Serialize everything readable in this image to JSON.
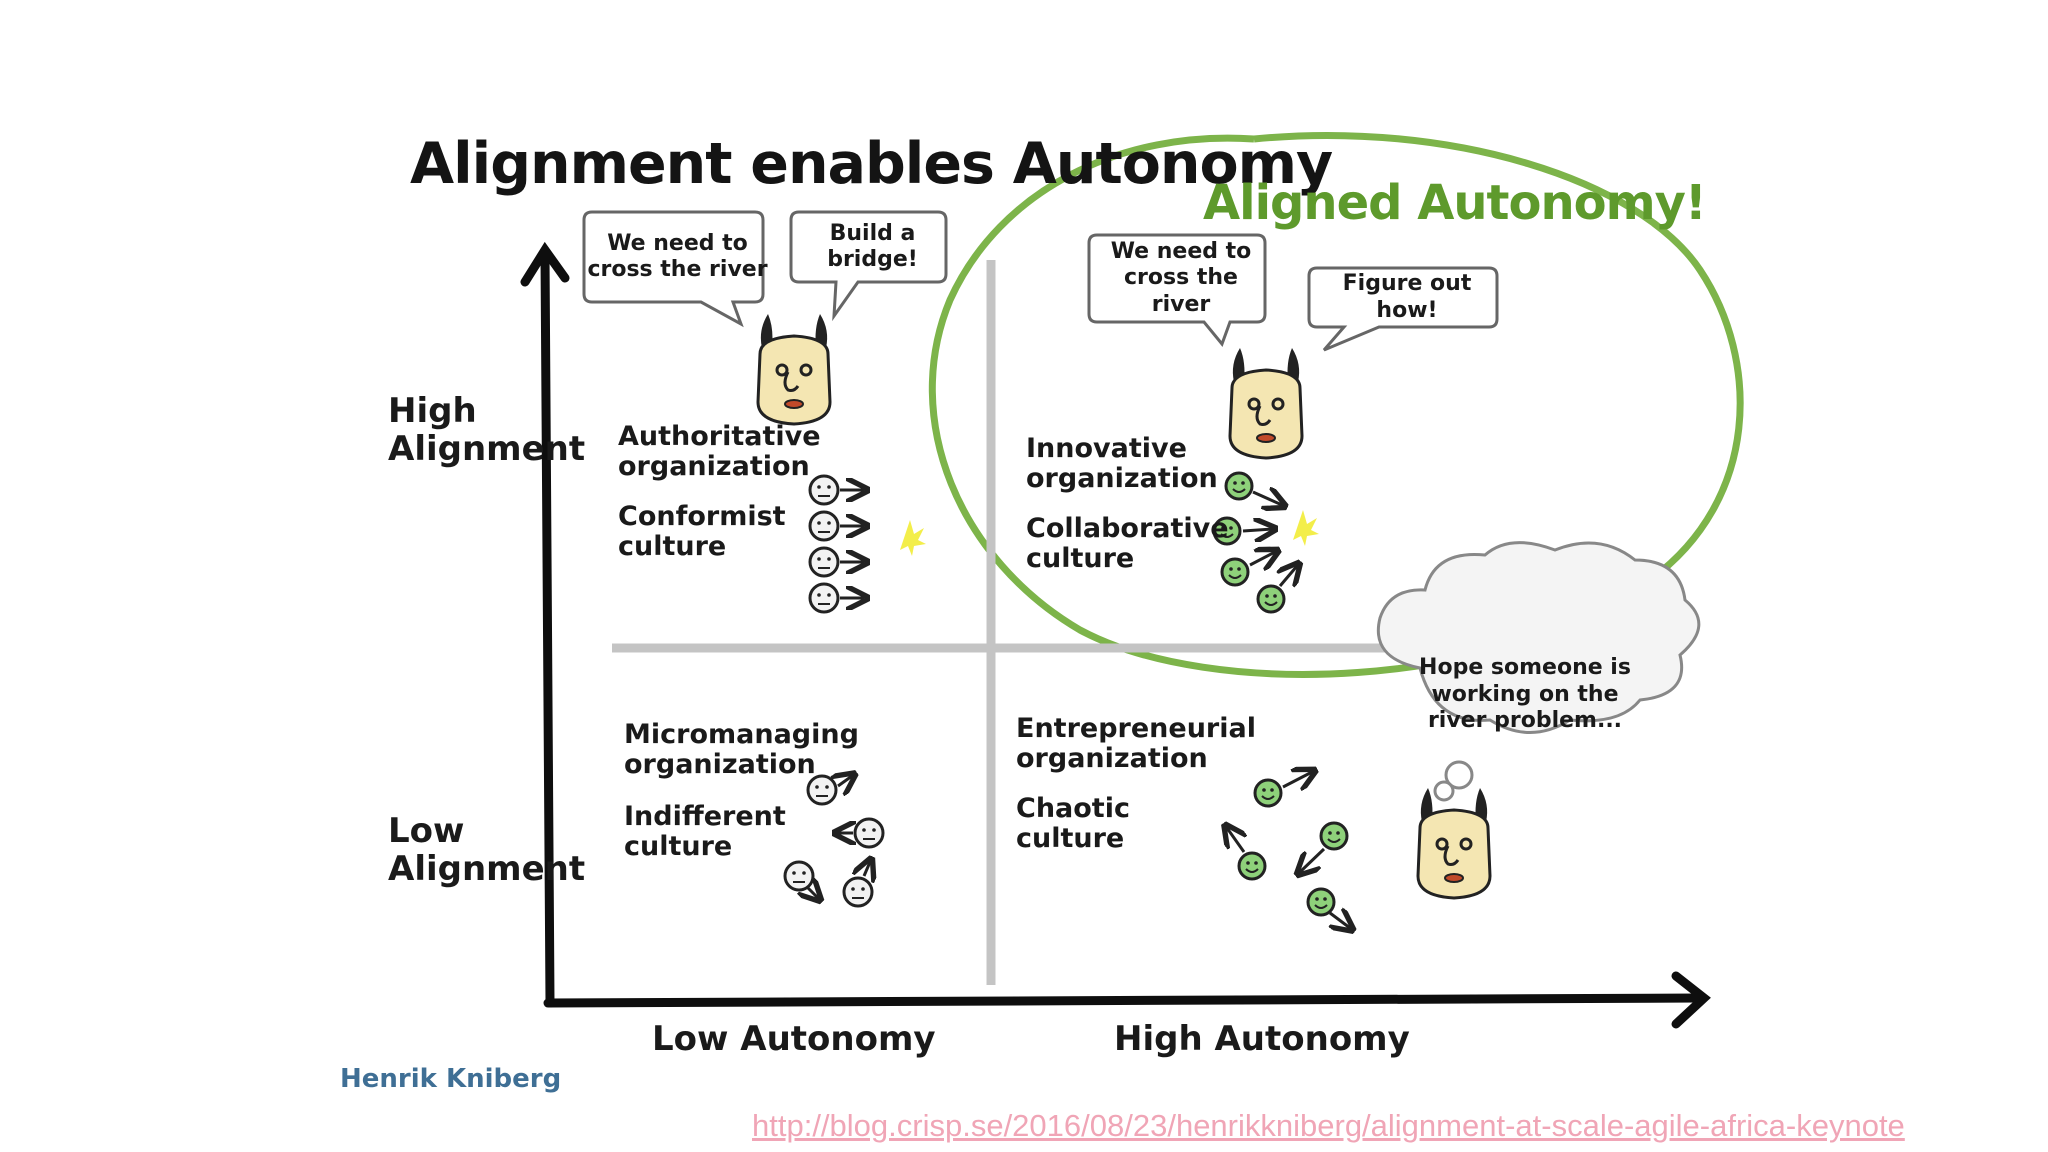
{
  "title": "Alignment enables Autonomy",
  "highlight_label": "Aligned Autonomy!",
  "y_axis": {
    "high": "High\nAlignment",
    "low": "Low\nAlignment"
  },
  "x_axis": {
    "low": "Low Autonomy",
    "high": "High Autonomy"
  },
  "quadrants": {
    "top_left": {
      "org": "Authoritative\norganization",
      "culture": "Conformist\nculture"
    },
    "top_right": {
      "org": "Innovative\norganization",
      "culture": "Collaborative\nculture"
    },
    "bottom_left": {
      "org": "Micromanaging\norganization",
      "culture": "Indifferent\nculture"
    },
    "bottom_right": {
      "org": "Entrepreneurial\norganization",
      "culture": "Chaotic\nculture"
    }
  },
  "speech": {
    "tl_1": "We need to\ncross the river",
    "tl_2": "Build a\nbridge!",
    "tr_1": "We need to\ncross the river",
    "tr_2": "Figure out how!",
    "thought": "Hope someone is\nworking on the\nriver problem..."
  },
  "author": "Henrik Kniberg",
  "source_link": "http://blog.crisp.se/2016/08/23/henrikkniberg/alignment-at-scale-agile-africa-keynote",
  "colors": {
    "green": "#7db44a",
    "green_text": "#5e9a2c",
    "face_skin": "#f4e6b2",
    "link": "#f0a5b6",
    "author": "#3f6f95"
  }
}
